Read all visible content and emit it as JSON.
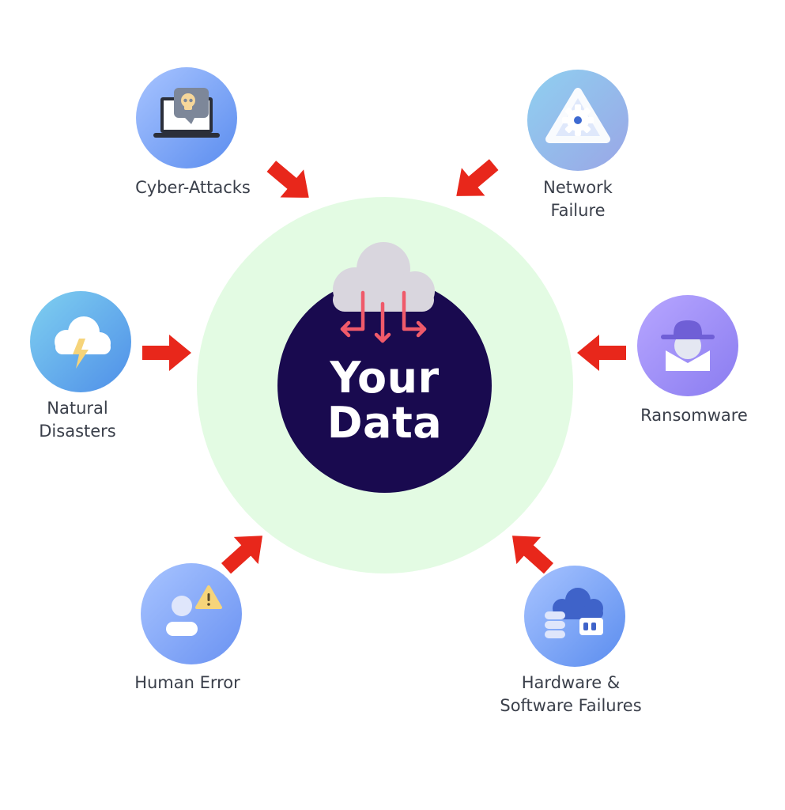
{
  "center": {
    "title_line1": "Your",
    "title_line2": "Data"
  },
  "threats": {
    "cyber_attacks": {
      "label_lines": [
        "Cyber-Attacks"
      ],
      "icon": "laptop-skull-icon"
    },
    "network_failure": {
      "label_lines": [
        "Network",
        "Failure"
      ],
      "icon": "triangle-gear-icon"
    },
    "natural_disasters": {
      "label_lines": [
        "Natural",
        "Disasters"
      ],
      "icon": "storm-cloud-icon"
    },
    "ransomware": {
      "label_lines": [
        "Ransomware"
      ],
      "icon": "hacker-icon"
    },
    "human_error": {
      "label_lines": [
        "Human Error"
      ],
      "icon": "user-warning-icon"
    },
    "hardware_software_failures": {
      "label_lines": [
        "Hardware &",
        "Software Failures"
      ],
      "icon": "server-cloud-icon"
    }
  },
  "colors": {
    "core": "#190a4f",
    "halo": "#e3fbe3",
    "arrow": "#e8271b",
    "label": "#3a3f4a",
    "icon_gradient_start": "#a8c4ff",
    "icon_gradient_end": "#5b8def",
    "cloud_arrows": "#ef5a6a"
  }
}
